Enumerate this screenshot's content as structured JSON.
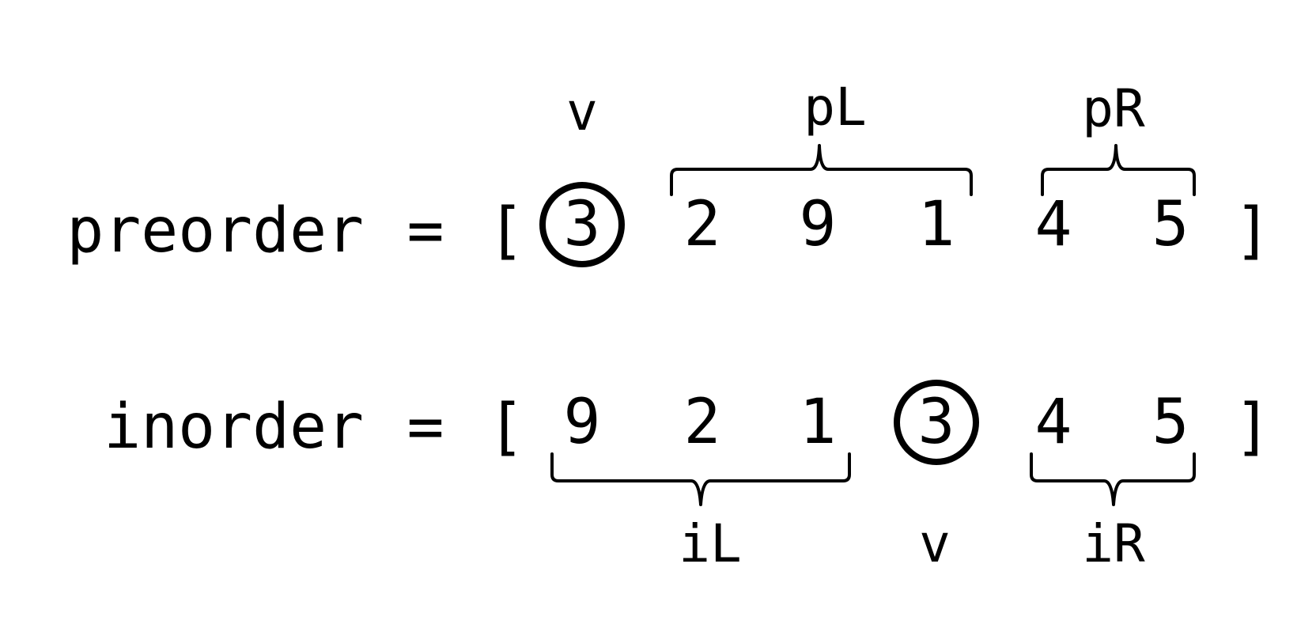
{
  "preorder": {
    "name": "preorder",
    "equals": "=",
    "open": "[",
    "close": "]",
    "values": [
      "3",
      "2",
      "9",
      "1",
      "4",
      "5"
    ],
    "root_label": "v",
    "left_label": "pL",
    "right_label": "pR"
  },
  "inorder": {
    "name": "inorder",
    "equals": "=",
    "open": "[",
    "close": "]",
    "values": [
      "9",
      "2",
      "1",
      "3",
      "4",
      "5"
    ],
    "root_label": "v",
    "left_label": "iL",
    "right_label": "iR"
  },
  "colors": {
    "ink": "#000000",
    "background": "#ffffff"
  }
}
